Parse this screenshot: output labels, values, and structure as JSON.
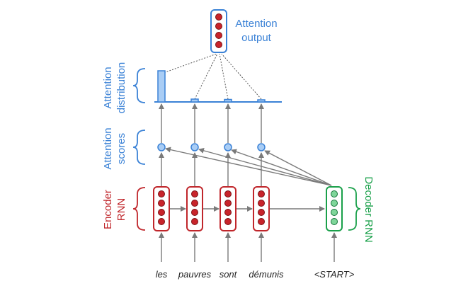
{
  "labels": {
    "attention_output": [
      "Attention",
      "output"
    ],
    "attention_distribution": [
      "Attention",
      "distribution"
    ],
    "attention_scores": [
      "Attention",
      "scores"
    ],
    "encoder_rnn": [
      "Encoder",
      "RNN"
    ],
    "decoder_rnn": "Decoder RNN"
  },
  "words": [
    "les",
    "pauvres",
    "sont",
    "démunis",
    "<START>"
  ],
  "attention_distribution_values": [
    0.88,
    0.08,
    0.07,
    0.06
  ],
  "colors": {
    "blue": "#3b82d6",
    "blue_fill": "#a9cdf5",
    "red": "#c0262b",
    "red_dot": "#c8242b",
    "green": "#1aa04a",
    "green_dot": "#7fd69a",
    "arrow": "#7a7a7a"
  }
}
